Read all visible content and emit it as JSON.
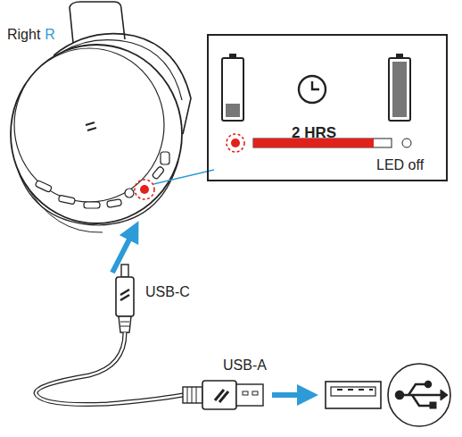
{
  "diagram": {
    "nodes": [
      {
        "text": [
          "2 HRS",
          "LED off"
        ]
      }
    ],
    "labels": [
      "Right",
      "R",
      "USB-C",
      "USB-A"
    ]
  }
}
